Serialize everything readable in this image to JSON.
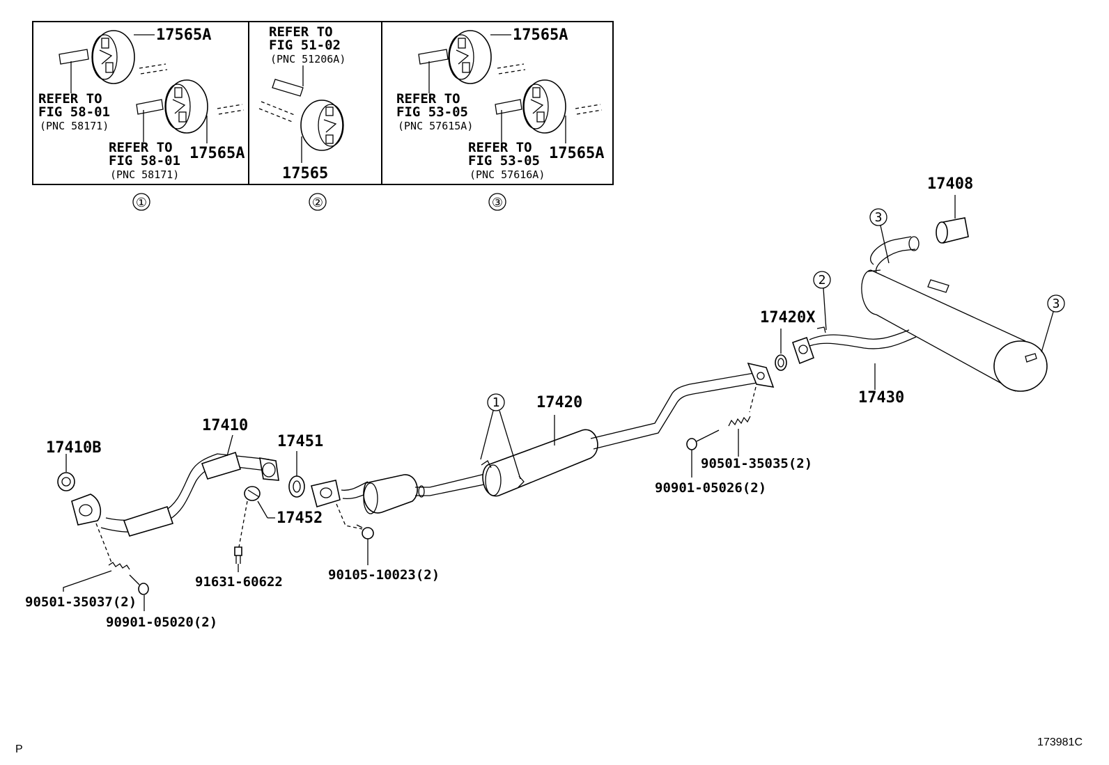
{
  "insets": [
    {
      "number": "①",
      "labels": [
        "17565A",
        "REFER TO",
        "FIG 58-01",
        "(PNC 58171)",
        "REFER TO",
        "FIG 58-01",
        "(PNC 58171)",
        "17565A"
      ]
    },
    {
      "number": "②",
      "labels": [
        "REFER TO",
        "FIG 51-02",
        "(PNC 51206A)",
        "17565"
      ]
    },
    {
      "number": "③",
      "labels": [
        "17565A",
        "REFER TO",
        "FIG 53-05",
        "(PNC 57615A)",
        "REFER TO",
        "FIG 53-05",
        "(PNC 57616A)",
        "17565A"
      ]
    }
  ],
  "parts": {
    "p17408": "17408",
    "p17420x": "17420X",
    "p17430": "17430",
    "p17420": "17420",
    "p17410": "17410",
    "p17410b": "17410B",
    "p17451": "17451",
    "p17452": "17452",
    "p90501_35035": "90501-35035(2)",
    "p90901_05026": "90901-05026(2)",
    "p91631_60622": "91631-60622",
    "p90105_10023": "90105-10023(2)",
    "p90501_35037": "90501-35037(2)",
    "p90901_05020": "90901-05020(2)"
  },
  "callouts": {
    "c3a": "3",
    "c3b": "3",
    "c2": "2",
    "c1": "1"
  },
  "footer": {
    "left": "P",
    "right": "173981C"
  }
}
